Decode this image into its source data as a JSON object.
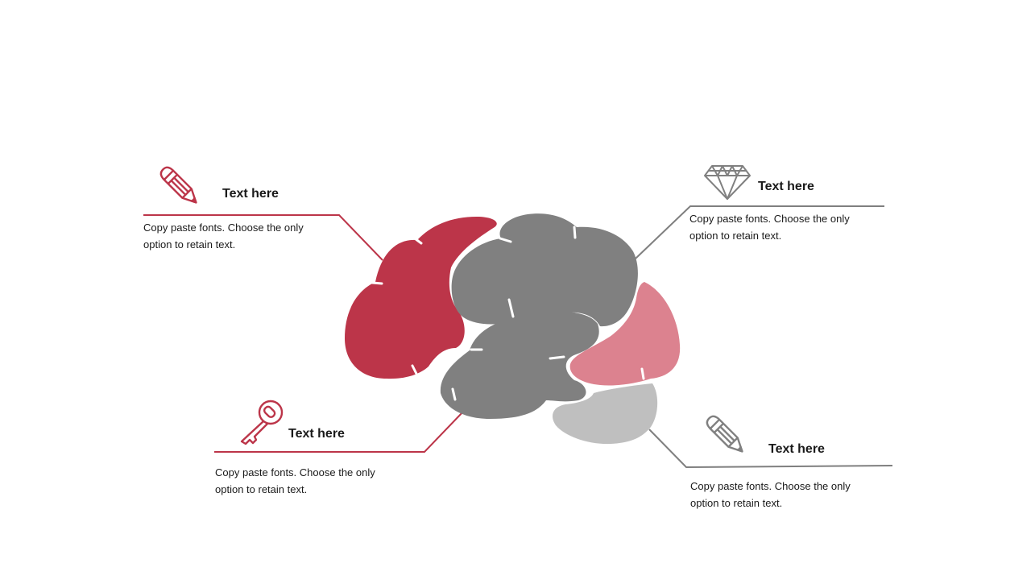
{
  "colors": {
    "primary": "#bc3549",
    "light": "#dc828f",
    "gray": "#808080",
    "light_gray": "#bfbfbf",
    "line_gray": "#7f7f7f"
  },
  "callouts": [
    {
      "position": "top-left",
      "icon": "pencil-icon",
      "title": "Text here",
      "lines": [
        "Copy paste fonts. Choose the only",
        "option to retain text."
      ]
    },
    {
      "position": "top-right",
      "icon": "diamond-icon",
      "title": "Text here",
      "lines": [
        "Copy paste fonts. Choose the only",
        "option to retain text."
      ]
    },
    {
      "position": "bottom-left",
      "icon": "key-icon",
      "title": "Text here",
      "lines": [
        "Copy paste fonts. Choose the only",
        "option to retain text."
      ]
    },
    {
      "position": "bottom-right",
      "icon": "pencil-icon",
      "title": "Text here",
      "lines": [
        "Copy paste fonts. Choose the only",
        "option to retain text."
      ]
    }
  ]
}
